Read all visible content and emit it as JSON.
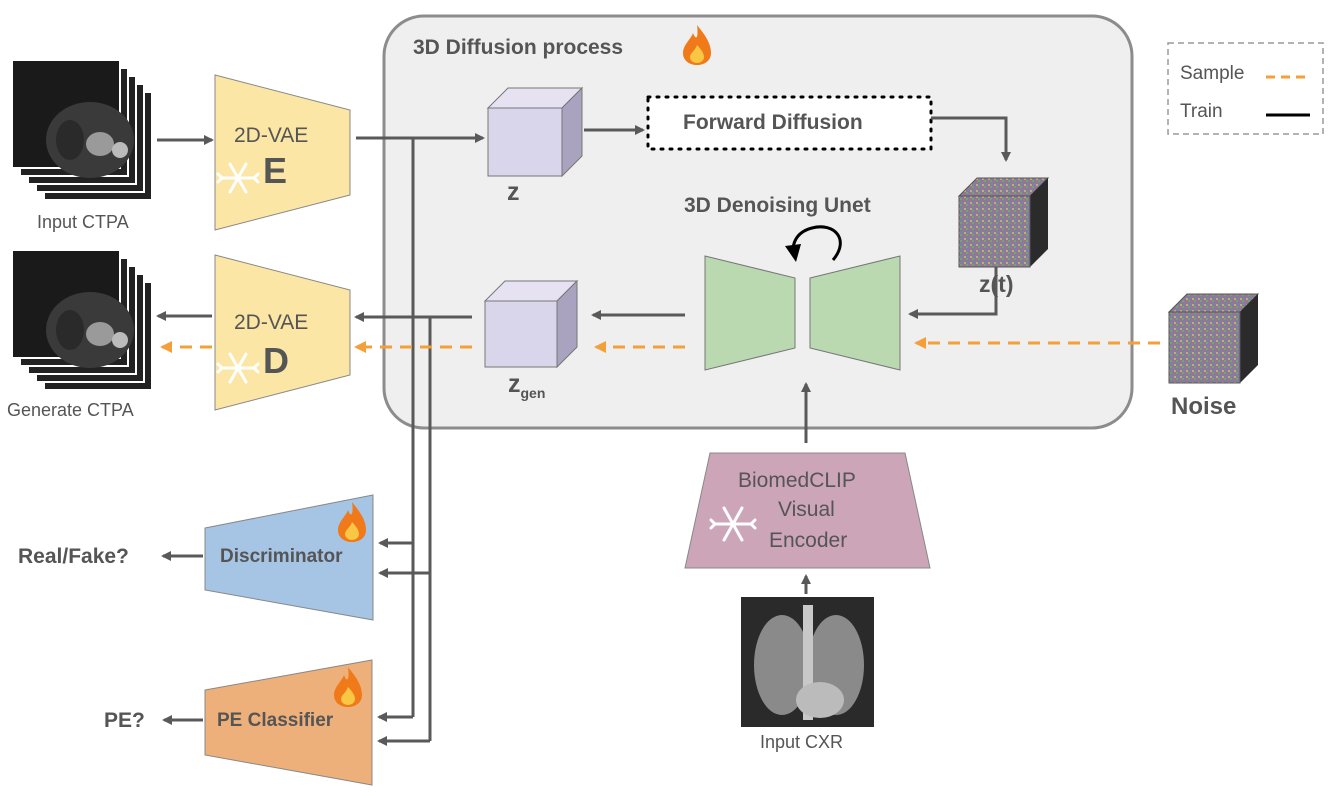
{
  "diffusion_box": {
    "title": "3D Diffusion process"
  },
  "legend": {
    "sample": "Sample",
    "train": "Train"
  },
  "inputs": {
    "input_ctpa": "Input CTPA",
    "generate_ctpa": "Generate CTPA",
    "input_cxr": "Input CXR",
    "noise": "Noise"
  },
  "encoder": {
    "line1": "2D-VAE",
    "letter": "E"
  },
  "decoder": {
    "line1": "2D-VAE",
    "letter": "D"
  },
  "forward": {
    "label": "Forward Diffusion"
  },
  "latents": {
    "z": "z",
    "zt": "z(t)",
    "zgen_main": "z",
    "zgen_sub": "gen"
  },
  "unet": {
    "title": "3D Denoising Unet"
  },
  "biomedclip": {
    "line1": "BiomedCLIP",
    "line2": "Visual",
    "line3": "Encoder"
  },
  "discriminator": {
    "label": "Discriminator",
    "output": "Real/Fake?"
  },
  "pe_classifier": {
    "label": "PE Classifier",
    "output": "PE?"
  },
  "colors": {
    "vae": "#fbe6a6",
    "latent": "#d9d5ea",
    "unet": "#bbd9b1",
    "biomed": "#cca6b8",
    "disc": "#a6c4e4",
    "pe": "#edb07a",
    "sample": "#f3a03a",
    "train": "#595959",
    "box": "#efefef"
  }
}
